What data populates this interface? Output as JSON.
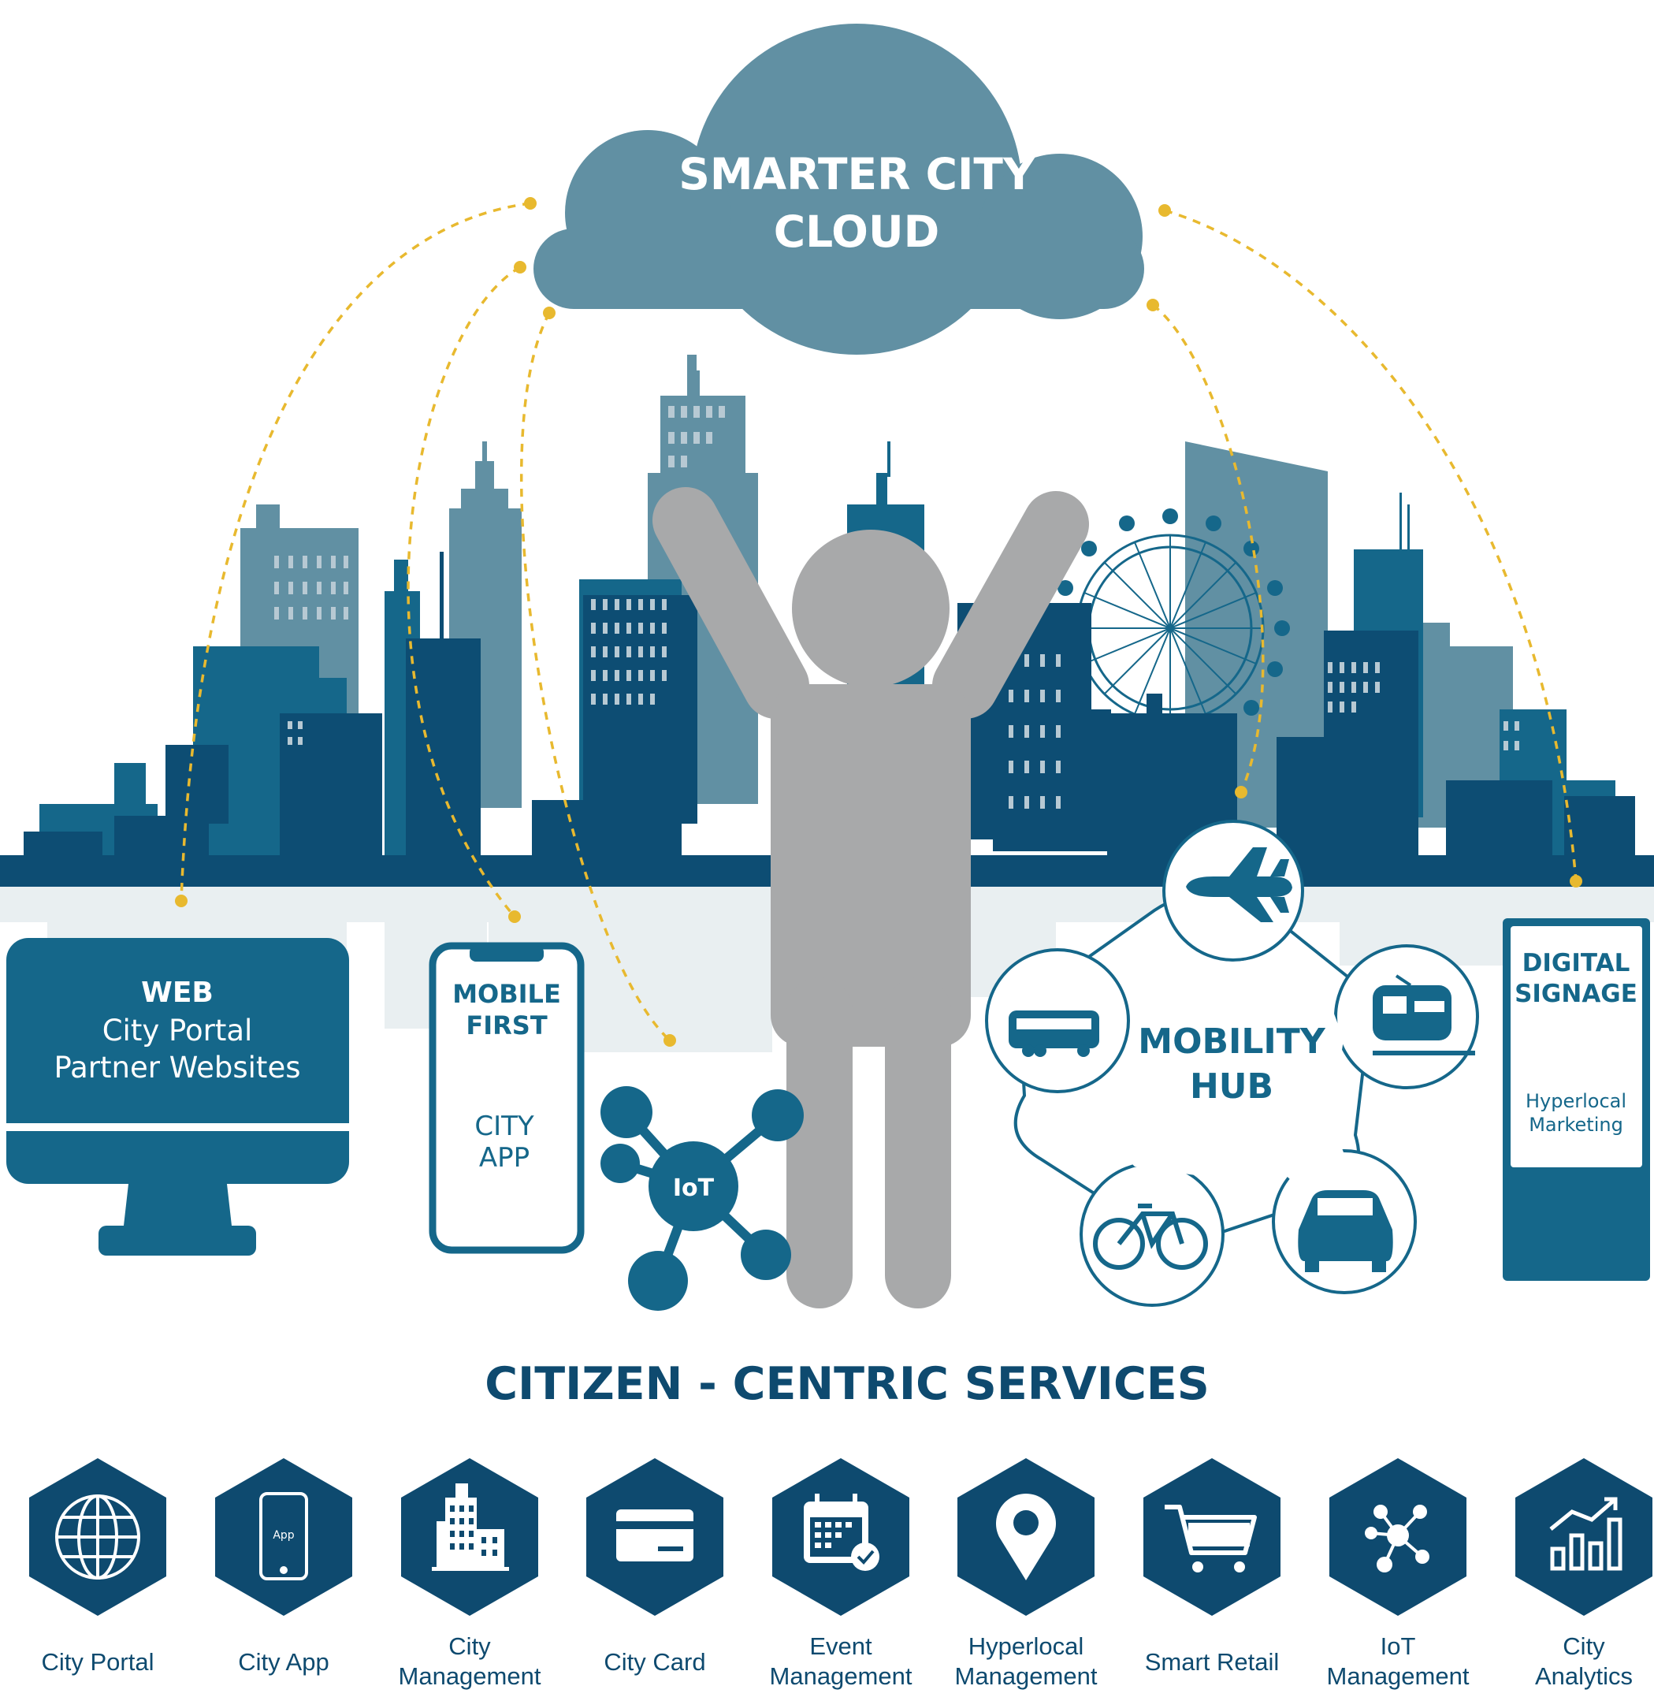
{
  "cloud": {
    "line1": "SMARTER CITY",
    "line2": "CLOUD"
  },
  "web": {
    "title": "WEB",
    "line1": "City Portal",
    "line2": "Partner Websites"
  },
  "mobile": {
    "title1": "MOBILE",
    "title2": "FIRST",
    "line1": "CITY",
    "line2": "APP"
  },
  "iot": {
    "label": "IoT"
  },
  "mobility": {
    "line1": "MOBILITY",
    "line2": "HUB"
  },
  "signage": {
    "title1": "DIGITAL",
    "title2": "SIGNAGE",
    "line1": "Hyperlocal",
    "line2": "Marketing"
  },
  "section_title": "CITIZEN - CENTRIC SERVICES",
  "services": [
    {
      "line1": "City Portal",
      "line2": "",
      "icon": "globe-icon"
    },
    {
      "line1": "City App",
      "line2": "",
      "icon": "phone-app-icon",
      "icon_text": "App"
    },
    {
      "line1": "City",
      "line2": "Management",
      "icon": "building-icon"
    },
    {
      "line1": "City Card",
      "line2": "",
      "icon": "card-icon"
    },
    {
      "line1": "Event",
      "line2": "Management",
      "icon": "calendar-icon"
    },
    {
      "line1": "Hyperlocal",
      "line2": "Management",
      "icon": "location-pin-icon"
    },
    {
      "line1": "Smart Retail",
      "line2": "",
      "icon": "shopping-cart-icon"
    },
    {
      "line1": "IoT",
      "line2": "Management",
      "icon": "network-icon"
    },
    {
      "line1": "City",
      "line2": "Analytics",
      "icon": "bar-chart-icon"
    }
  ],
  "colors": {
    "navy": "#0e4a6f",
    "teal": "#15678a",
    "slate": "#6190a3",
    "dark": "#0d4d73",
    "figure": "#a8a9aa",
    "dots": "#e8b92f"
  }
}
